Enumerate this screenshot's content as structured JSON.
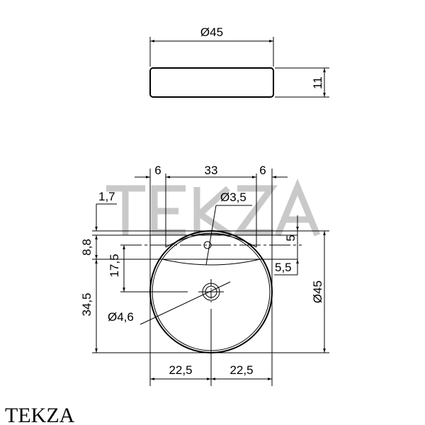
{
  "watermark": "TEKZA",
  "brand": "TEKZA",
  "side_view": {
    "diameter": "Ø45",
    "height": "11"
  },
  "top_view": {
    "top_left": "6",
    "top_mid": "33",
    "top_right": "6",
    "d1": "1,7",
    "d2": "8,8",
    "d3": "17,5",
    "d4": "34,5",
    "hole": "Ø3,5",
    "drain": "Ø4,6",
    "r1": "5",
    "r2": "5,5",
    "diameter": "Ø45",
    "bottom_left": "22,5",
    "bottom_right": "22,5"
  }
}
